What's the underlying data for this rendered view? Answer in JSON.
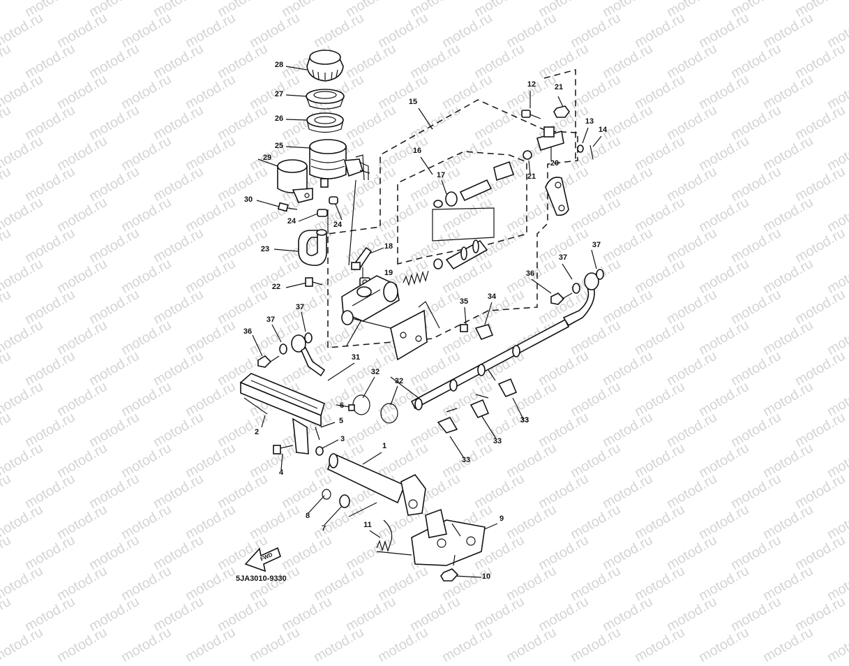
{
  "watermark": "motod.ru",
  "diagram_code": "5JA3010-9330",
  "fwd_label": "FWD",
  "callouts": [
    "1",
    "2",
    "3",
    "4",
    "5",
    "6",
    "7",
    "8",
    "9",
    "10",
    "11",
    "12",
    "13",
    "14",
    "15",
    "16",
    "17",
    "18",
    "19",
    "20",
    "21",
    "21",
    "22",
    "23",
    "24",
    "24",
    "25",
    "26",
    "27",
    "28",
    "29",
    "30",
    "31",
    "32",
    "32",
    "33",
    "33",
    "33",
    "33",
    "34",
    "35",
    "36",
    "36",
    "37",
    "37",
    "37",
    "37"
  ]
}
